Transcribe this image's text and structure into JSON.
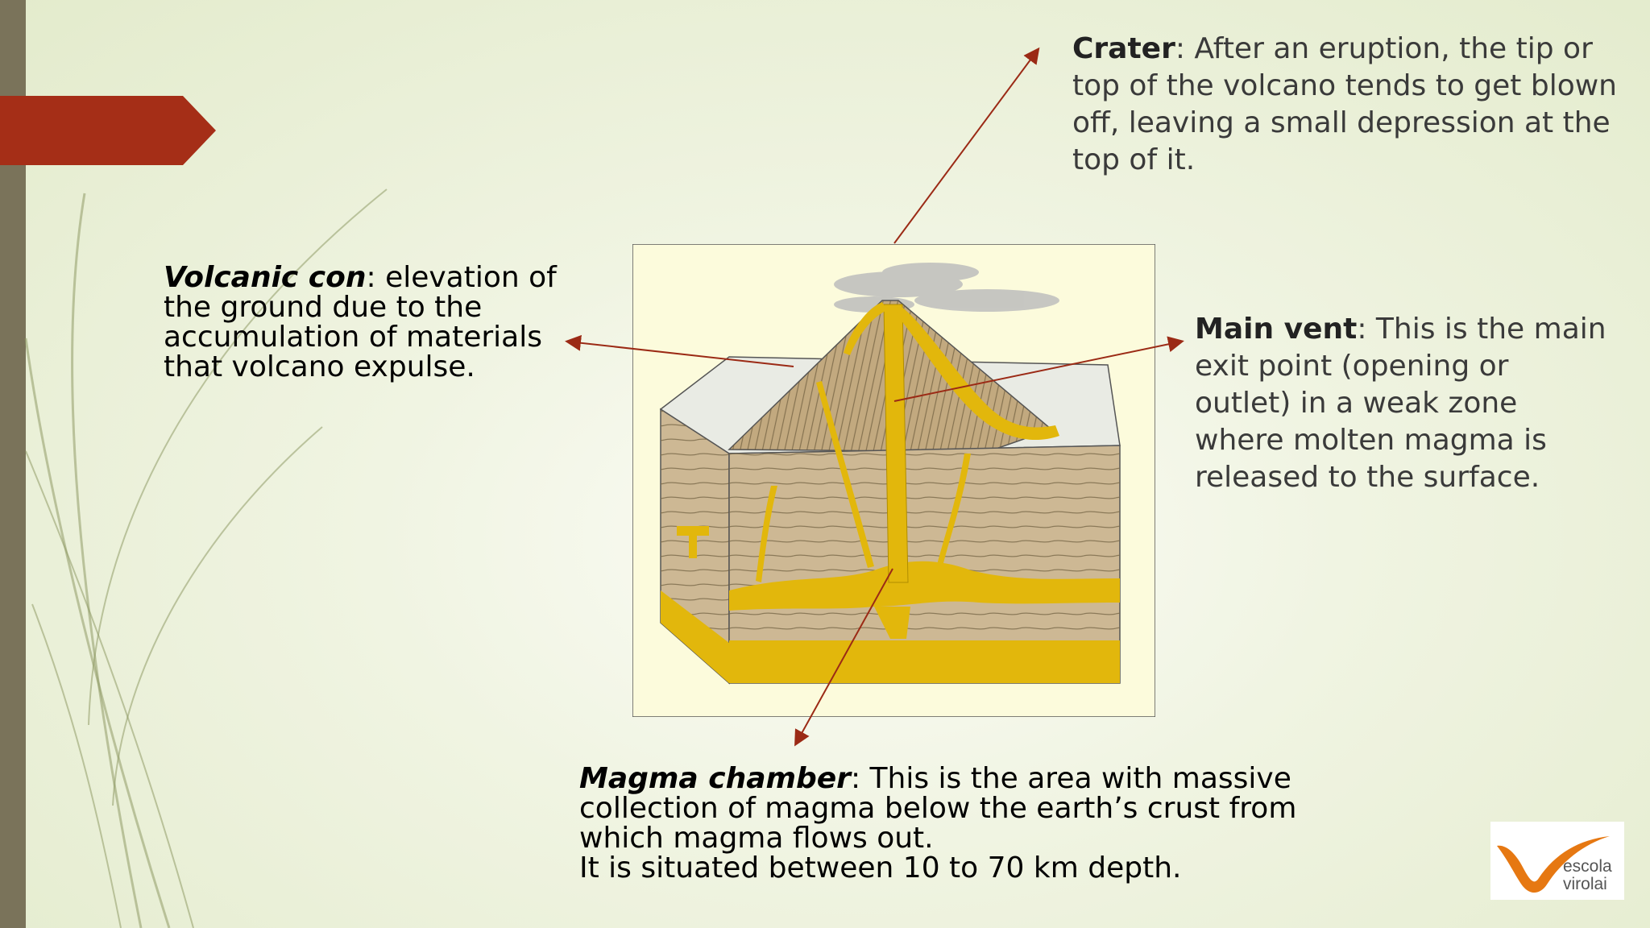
{
  "labels": {
    "crater": {
      "term": "Crater",
      "text": ": After an eruption, the tip or top of the volcano tends to get blown off, leaving a small depression at the top of it."
    },
    "main_vent": {
      "term": "Main vent",
      "text": ": This is the main exit point (opening or outlet) in a weak zone where molten magma is released to the surface."
    },
    "volcanic_cone": {
      "term": "Volcanic con",
      "text": ": elevation of the ground due to the accumulation of materials that volcano expulse."
    },
    "magma_chamber": {
      "term": "Magma chamber",
      "text": ": This is the area with massive collection of magma below the earth’s crust from which magma flows out.",
      "line2": "It is situated between 10 to 70 km depth."
    }
  },
  "logo": {
    "line1": "escola",
    "line2": "virolai"
  },
  "colors": {
    "accent_red": "#a52e17",
    "arrow": "#9b2a15",
    "magma": "#e2b70c",
    "rock": "#c9b58e",
    "side_bar": "#7a735a",
    "logo_orange": "#e67812"
  }
}
